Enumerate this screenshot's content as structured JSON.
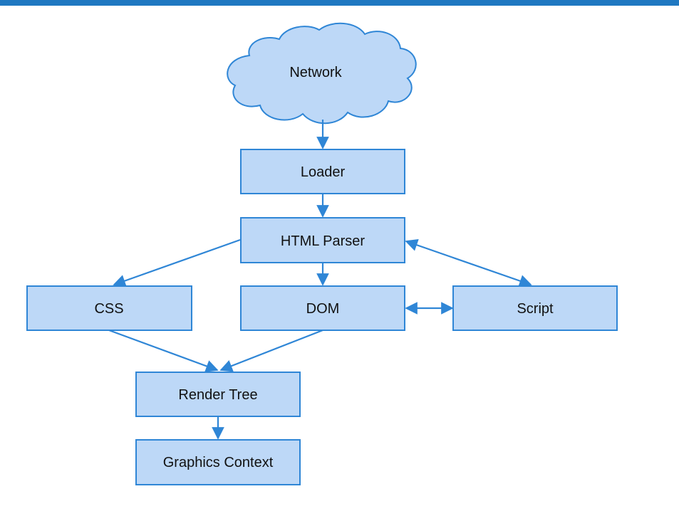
{
  "colors": {
    "top_bar": "#1f78c1",
    "node_fill": "#bdd8f7",
    "node_stroke": "#2f86d6",
    "edge": "#2f86d6",
    "text": "#111111"
  },
  "nodes": {
    "network": "Network",
    "loader": "Loader",
    "html_parser": "HTML Parser",
    "css": "CSS",
    "dom": "DOM",
    "script": "Script",
    "render_tree": "Render Tree",
    "graphics_context": "Graphics Context"
  }
}
